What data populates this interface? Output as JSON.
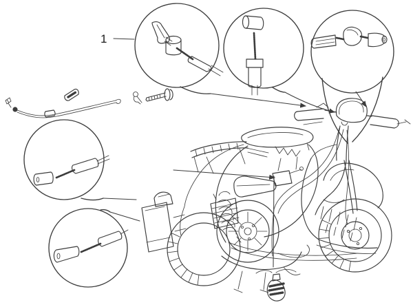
{
  "figure": {
    "subject": "scooter-control-cables-parts-diagram",
    "background": "#ffffff",
    "line_color": "#3c3c3c",
    "label_color": "#1a1a1a",
    "ref_label": "1"
  },
  "callouts": [
    {
      "id": "top-left",
      "ref": "1",
      "shows": "control-lever-with-cable-trunnion-and-sheath"
    },
    {
      "id": "top-middle",
      "shows": "cable-adjuster-with-barrel-nut"
    },
    {
      "id": "top-right",
      "shows": "twist-grip-adjuster-and-cone-end-cap"
    },
    {
      "id": "mid-left",
      "shows": "cable-end-with-barrel-nut"
    },
    {
      "id": "bottom-left",
      "shows": "cable-end-with-cone-cap"
    }
  ],
  "loose_parts": [
    "retaining-clip",
    "cable-with-nipple-end",
    "knurled-adjuster-sleeve",
    "safety-clip",
    "flanged-clamp-screw",
    "knurled-cable-boot"
  ]
}
